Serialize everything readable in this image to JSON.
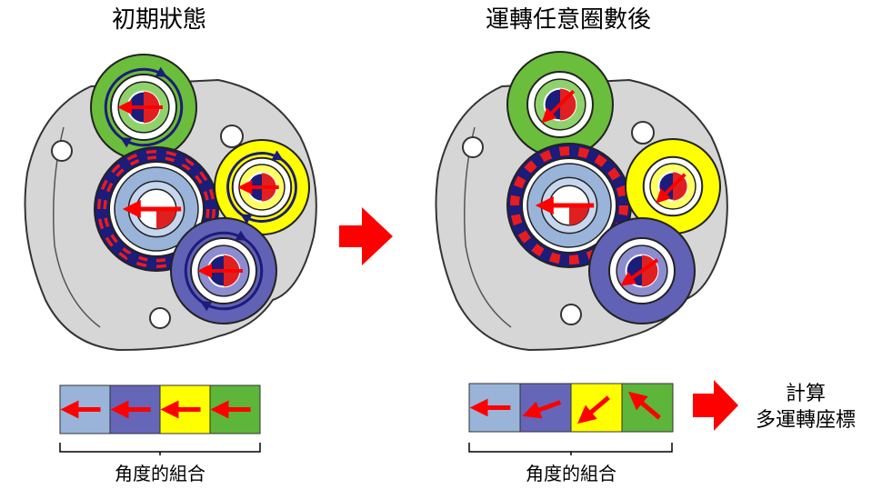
{
  "panels": {
    "initial": {
      "title": "初期狀態",
      "angle_strip": {
        "label": "角度的組合",
        "cells": [
          {
            "gear": "blue",
            "color": "#99b4d8",
            "arrow_angle_deg": 180
          },
          {
            "gear": "purple",
            "color": "#6666b8",
            "arrow_angle_deg": 180
          },
          {
            "gear": "yellow",
            "color": "#ffff00",
            "arrow_angle_deg": 180
          },
          {
            "gear": "green",
            "color": "#5db53a",
            "arrow_angle_deg": 180
          }
        ]
      },
      "gears": [
        {
          "name": "green",
          "color": "#6bbd3c",
          "arrow_angle_deg": 180,
          "rotation_arrows": true
        },
        {
          "name": "ring",
          "color": "#1c1c7a",
          "arrow_angle_deg": 180,
          "rotation_arrows": true
        },
        {
          "name": "yellow",
          "color": "#ffff00",
          "arrow_angle_deg": 180,
          "rotation_arrows": true
        },
        {
          "name": "purple",
          "color": "#6161b5",
          "arrow_angle_deg": 180,
          "rotation_arrows": true
        }
      ]
    },
    "after": {
      "title": "運轉任意圈數後",
      "angle_strip": {
        "label": "角度的組合",
        "cells": [
          {
            "gear": "blue",
            "color": "#99b4d8",
            "arrow_angle_deg": 180
          },
          {
            "gear": "purple",
            "color": "#6666b8",
            "arrow_angle_deg": 200
          },
          {
            "gear": "yellow",
            "color": "#ffff00",
            "arrow_angle_deg": 220
          },
          {
            "gear": "green",
            "color": "#5db53a",
            "arrow_angle_deg": 140
          }
        ]
      },
      "gears": [
        {
          "name": "green",
          "color": "#6bbd3c",
          "arrow_angle_deg": 225,
          "rotation_arrows": false
        },
        {
          "name": "ring",
          "color": "#1c1c7a",
          "arrow_angle_deg": 180,
          "rotation_arrows": false
        },
        {
          "name": "yellow",
          "color": "#ffff00",
          "arrow_angle_deg": 225,
          "rotation_arrows": false
        },
        {
          "name": "purple",
          "color": "#6161b5",
          "arrow_angle_deg": 215,
          "rotation_arrows": false
        }
      ]
    }
  },
  "result": {
    "line1": "計算",
    "line2": "多運轉座標"
  },
  "colors": {
    "arrow_red": "#ff0000",
    "plate": "#d4d4d4",
    "outline": "#333333"
  }
}
